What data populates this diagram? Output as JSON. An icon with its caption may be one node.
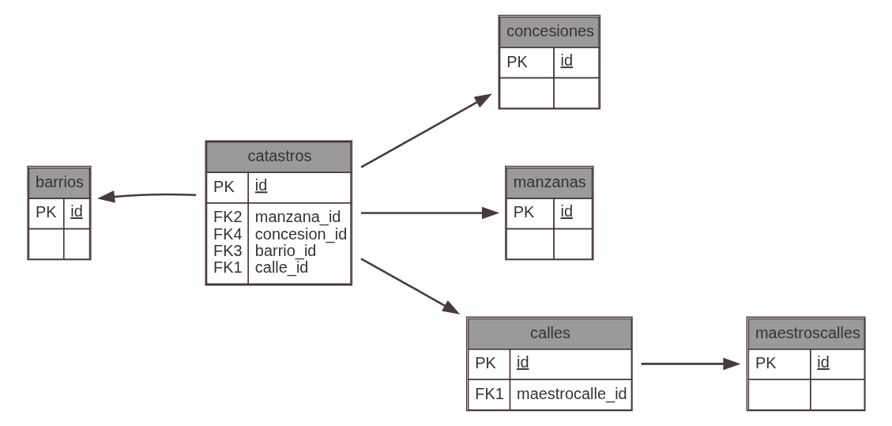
{
  "diagram": {
    "nodes": [
      {
        "text": [
          "catastros",
          "PK",
          "id",
          "FK2",
          "manzana_id",
          "FK4",
          "concesion_id",
          "FK3",
          "barrio_id",
          "FK1",
          "calle_id"
        ]
      },
      {
        "text": [
          "concesiones",
          "PK",
          "id"
        ]
      },
      {
        "text": [
          "barrios",
          "PK",
          "id"
        ]
      },
      {
        "text": [
          "manzanas",
          "PK",
          "id"
        ]
      },
      {
        "text": [
          "calles",
          "PK",
          "id",
          "FK1",
          "maestrocalle_id"
        ]
      },
      {
        "text": [
          "maestroscalles",
          "PK",
          "id"
        ]
      }
    ],
    "edges": [
      {
        "from": 0,
        "to": 2,
        "arrow": "to"
      },
      {
        "from": 0,
        "to": 1,
        "arrow": "to"
      },
      {
        "from": 0,
        "to": 3,
        "arrow": "to"
      },
      {
        "from": 0,
        "to": 4,
        "arrow": "to"
      },
      {
        "from": 4,
        "to": 5,
        "arrow": "to"
      }
    ]
  }
}
